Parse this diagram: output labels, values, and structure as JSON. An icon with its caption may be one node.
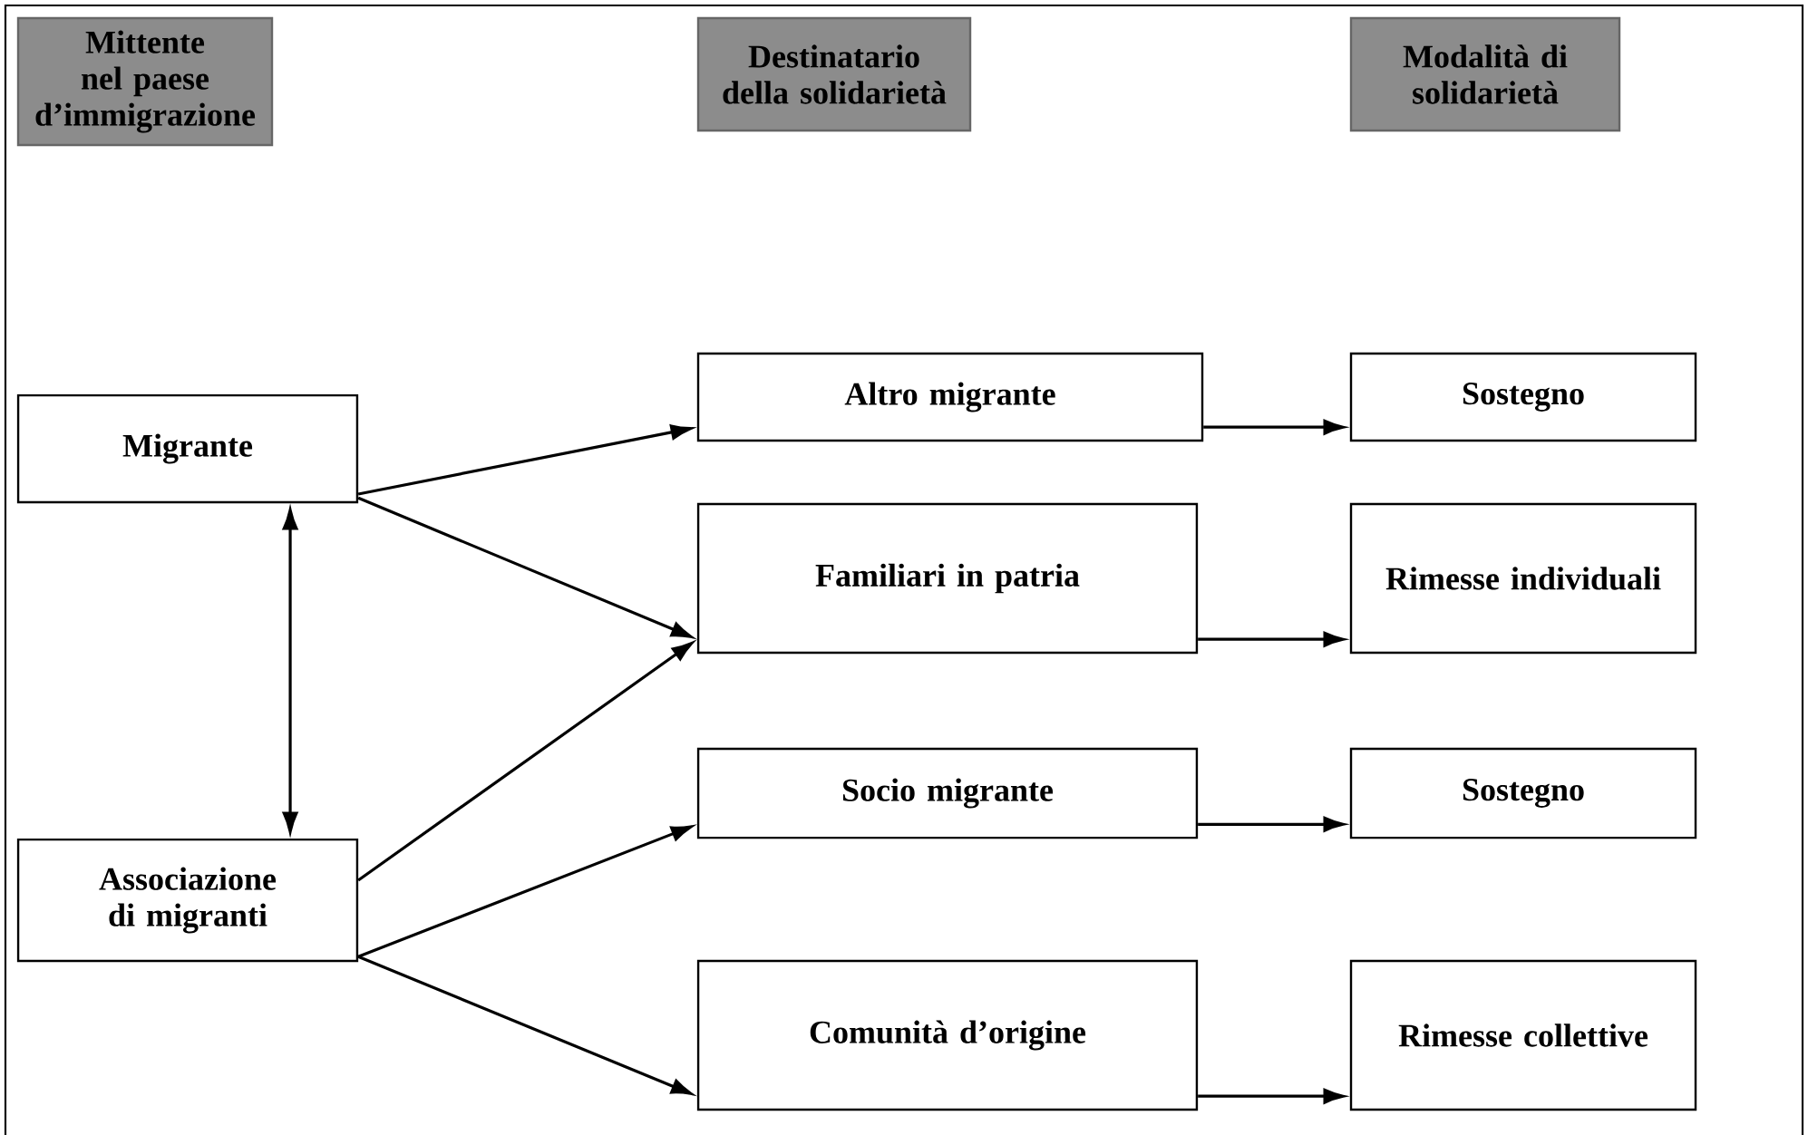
{
  "diagram": {
    "nodes": [
      {
        "text": [
          "Mittente nel paese d’immigrazione"
        ]
      },
      {
        "text": [
          "Destinatario della solidarietà"
        ]
      },
      {
        "text": [
          "Modalità di solidarietà"
        ]
      },
      {
        "text": [
          "Migrante"
        ]
      },
      {
        "text": [
          "Associazione di migranti"
        ]
      },
      {
        "text": [
          "Altro migrante"
        ]
      },
      {
        "text": [
          "Familiari in patria"
        ]
      },
      {
        "text": [
          "Socio migrante"
        ]
      },
      {
        "text": [
          "Comunità d’origine"
        ]
      },
      {
        "text": [
          "Sostegno"
        ]
      },
      {
        "text": [
          "Rimesse individuali"
        ]
      },
      {
        "text": [
          "Sostegno"
        ]
      },
      {
        "text": [
          "Rimesse collettive"
        ]
      }
    ],
    "edges": [
      {
        "from": 3,
        "to": 5,
        "arrow": "to"
      },
      {
        "from": 3,
        "to": 6,
        "arrow": "to"
      },
      {
        "from": 4,
        "to": 3,
        "arrow": "both"
      },
      {
        "from": 4,
        "to": 6,
        "arrow": "to"
      },
      {
        "from": 4,
        "to": 7,
        "arrow": "to"
      },
      {
        "from": 4,
        "to": 8,
        "arrow": "to"
      },
      {
        "from": 5,
        "to": 9,
        "arrow": "to"
      },
      {
        "from": 6,
        "to": 10,
        "arrow": "to"
      },
      {
        "from": 7,
        "to": 11,
        "arrow": "to"
      },
      {
        "from": 8,
        "to": 12,
        "arrow": "to"
      }
    ]
  }
}
